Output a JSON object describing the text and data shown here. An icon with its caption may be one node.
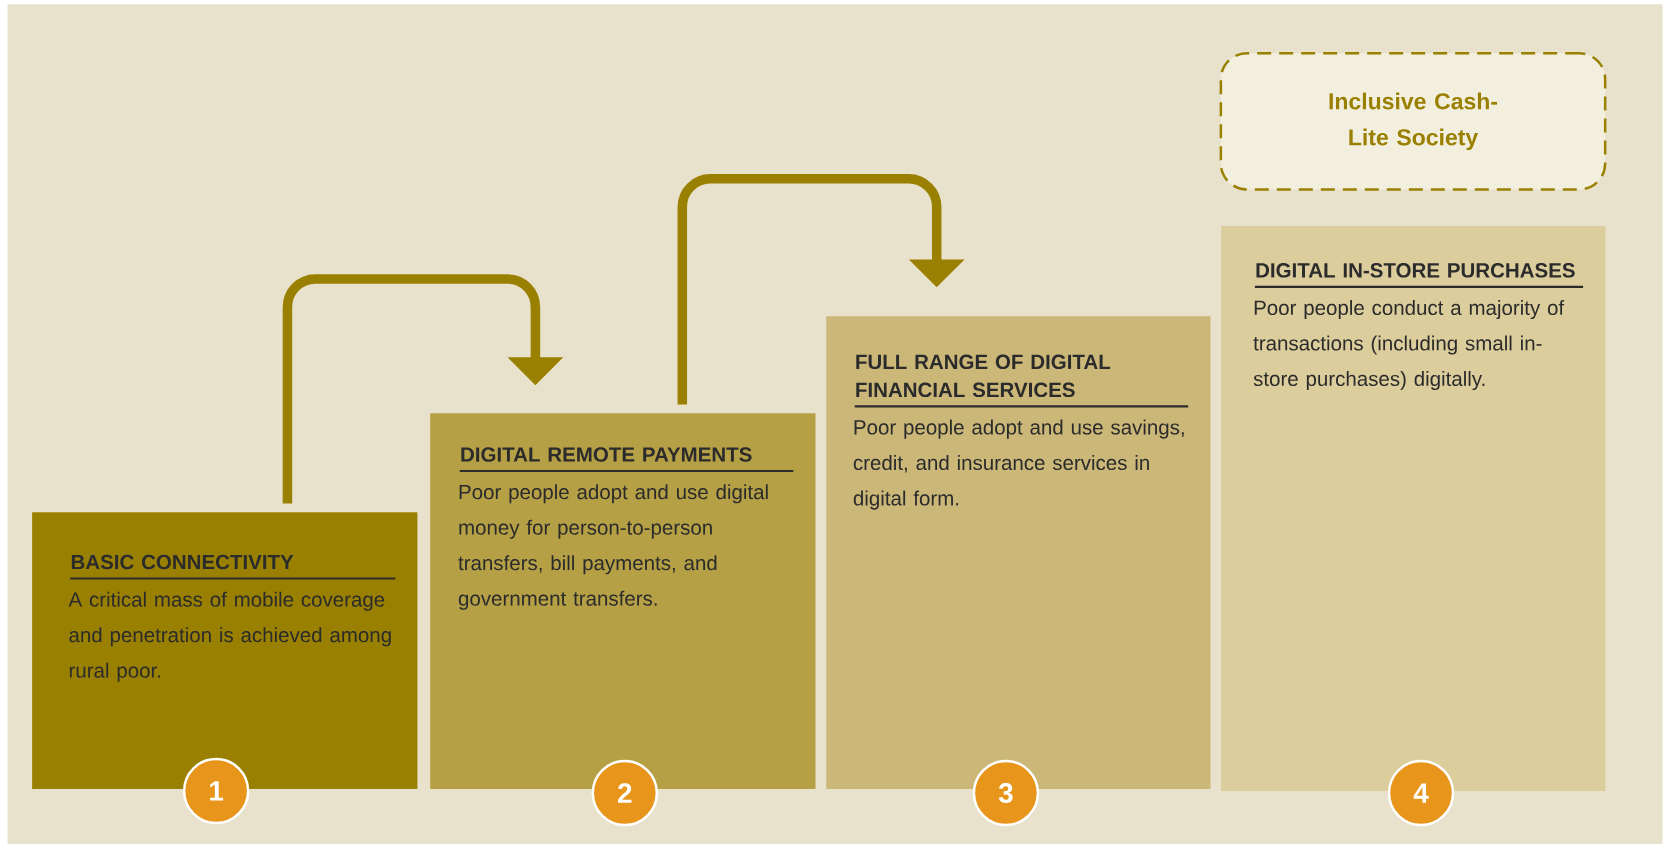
{
  "diagram": {
    "nodes": [
      {
        "text": [
          "BASIC CONNECTIVITY",
          "A critical mass of mobile coverage and penetration is achieved among rural poor."
        ]
      },
      {
        "text": [
          "1"
        ]
      },
      {
        "text": [
          "DIGITAL REMOTE PAYMENTS",
          "Poor people adopt and use digital money for person-to-person transfers, bill payments, and government transfers."
        ]
      },
      {
        "text": [
          "2"
        ]
      },
      {
        "text": [
          "FULL RANGE OF DIGITAL FINANCIAL SERVICES",
          "Poor people adopt and use savings, credit, and insurance services in digital form."
        ]
      },
      {
        "text": [
          "3"
        ]
      },
      {
        "text": [
          "Inclusive Cash-Lite Society"
        ]
      },
      {
        "text": [
          "DIGITAL IN-STORE PURCHASES",
          "Poor people conduct a majority of transactions (including small in-store purchases) digitally."
        ]
      },
      {
        "text": [
          "4"
        ]
      }
    ],
    "edges": [
      {
        "from": 0,
        "to": 2,
        "arrow": "to"
      },
      {
        "from": 2,
        "to": 4,
        "arrow": "to"
      }
    ]
  }
}
